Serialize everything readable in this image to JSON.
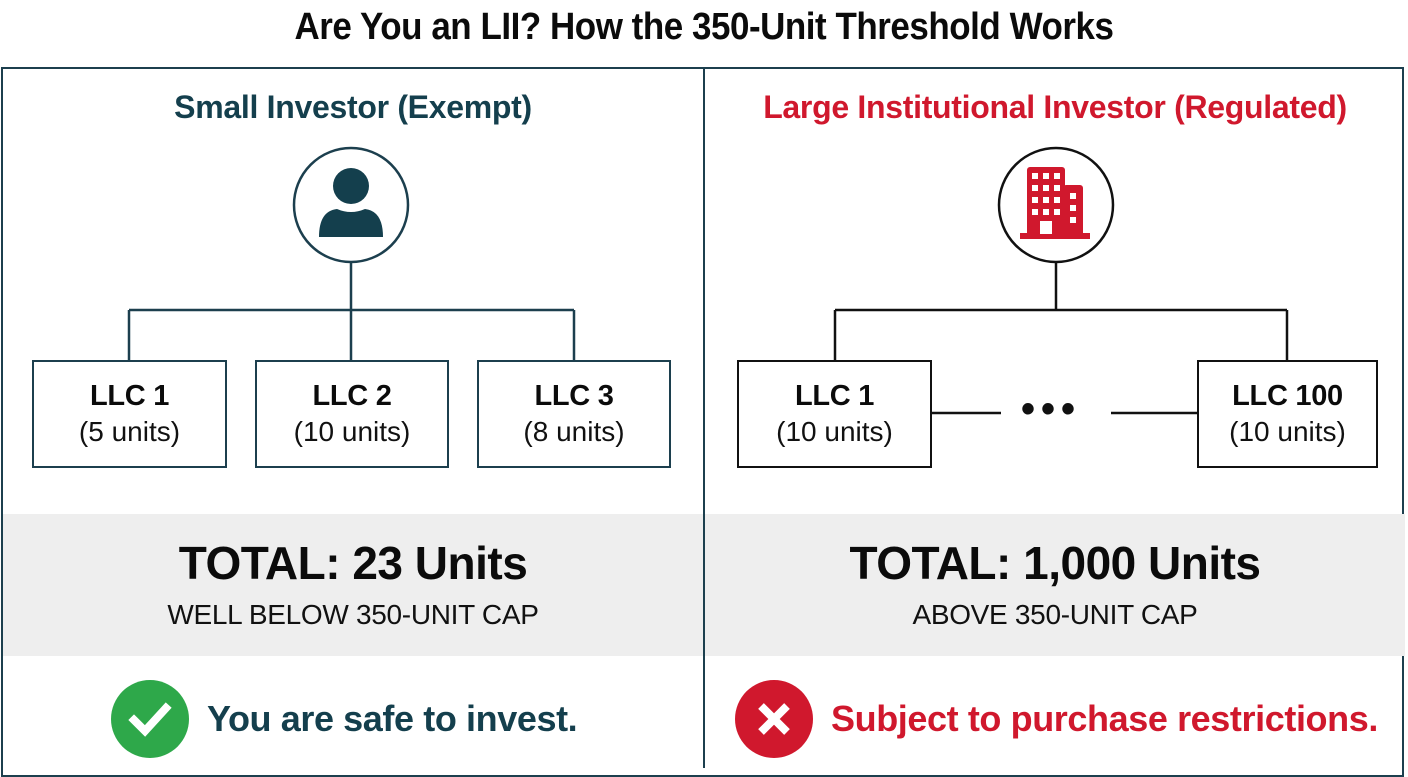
{
  "title": "Are You an LII? How the 350-Unit Threshold Works",
  "colors": {
    "teal": "#143f4d",
    "frame": "#1c3f4e",
    "red": "#d0182d",
    "green": "#2ea84a",
    "band": "#eeeeee"
  },
  "left_panel": {
    "heading": "Small Investor (Exempt)",
    "icon": "person-icon",
    "llcs": [
      {
        "name": "LLC 1",
        "units": "(5 units)"
      },
      {
        "name": "LLC 2",
        "units": "(10 units)"
      },
      {
        "name": "LLC 3",
        "units": "(8 units)"
      }
    ],
    "total": "TOTAL: 23 Units",
    "cap_status": "WELL BELOW 350-UNIT CAP",
    "verdict_icon": "check-circle-icon",
    "verdict": "You are safe to invest."
  },
  "right_panel": {
    "heading": "Large Institutional Investor (Regulated)",
    "icon": "office-building-icon",
    "llcs": [
      {
        "name": "LLC 1",
        "units": "(10 units)"
      },
      {
        "name": "LLC 100",
        "units": "(10 units)"
      }
    ],
    "ellipsis": "•••",
    "total": "TOTAL: 1,000 Units",
    "cap_status": "ABOVE 350-UNIT CAP",
    "verdict_icon": "x-circle-icon",
    "verdict": "Subject to purchase restrictions."
  }
}
